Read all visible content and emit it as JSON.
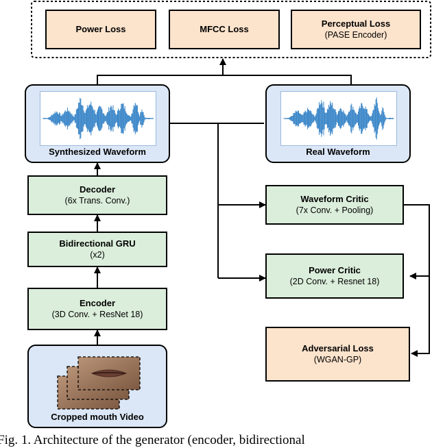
{
  "losses": {
    "power": "Power Loss",
    "mfcc": "MFCC Loss",
    "perceptual": "Perceptual Loss",
    "perceptual_sub": "(PASE Encoder)"
  },
  "waveforms": {
    "synth": "Synthesized Waveform",
    "real": "Real Waveform"
  },
  "decoder": {
    "title": "Decoder",
    "sub": "(6x Trans. Conv.)"
  },
  "gru": {
    "title": "Bidirectional GRU",
    "sub": "(x2)"
  },
  "encoder": {
    "title": "Encoder",
    "sub": "(3D Conv. + ResNet 18)"
  },
  "video": {
    "label": "Cropped mouth Video"
  },
  "waveform_critic": {
    "title": "Waveform Critic",
    "sub": "(7x Conv. + Pooling)"
  },
  "power_critic": {
    "title": "Power Critic",
    "sub": "(2D Conv. + Resnet 18)"
  },
  "adversarial": {
    "title": "Adversarial Loss",
    "sub": "(WGAN-GP)"
  },
  "caption": "Fig. 1.  Architecture of the generator (encoder, bidirectional",
  "colors": {
    "loss_fill": "#fce3cc",
    "network_fill": "#dbeedb",
    "waveform_fill": "#dbe7f6",
    "waveform_signal": "#3a86c8"
  }
}
